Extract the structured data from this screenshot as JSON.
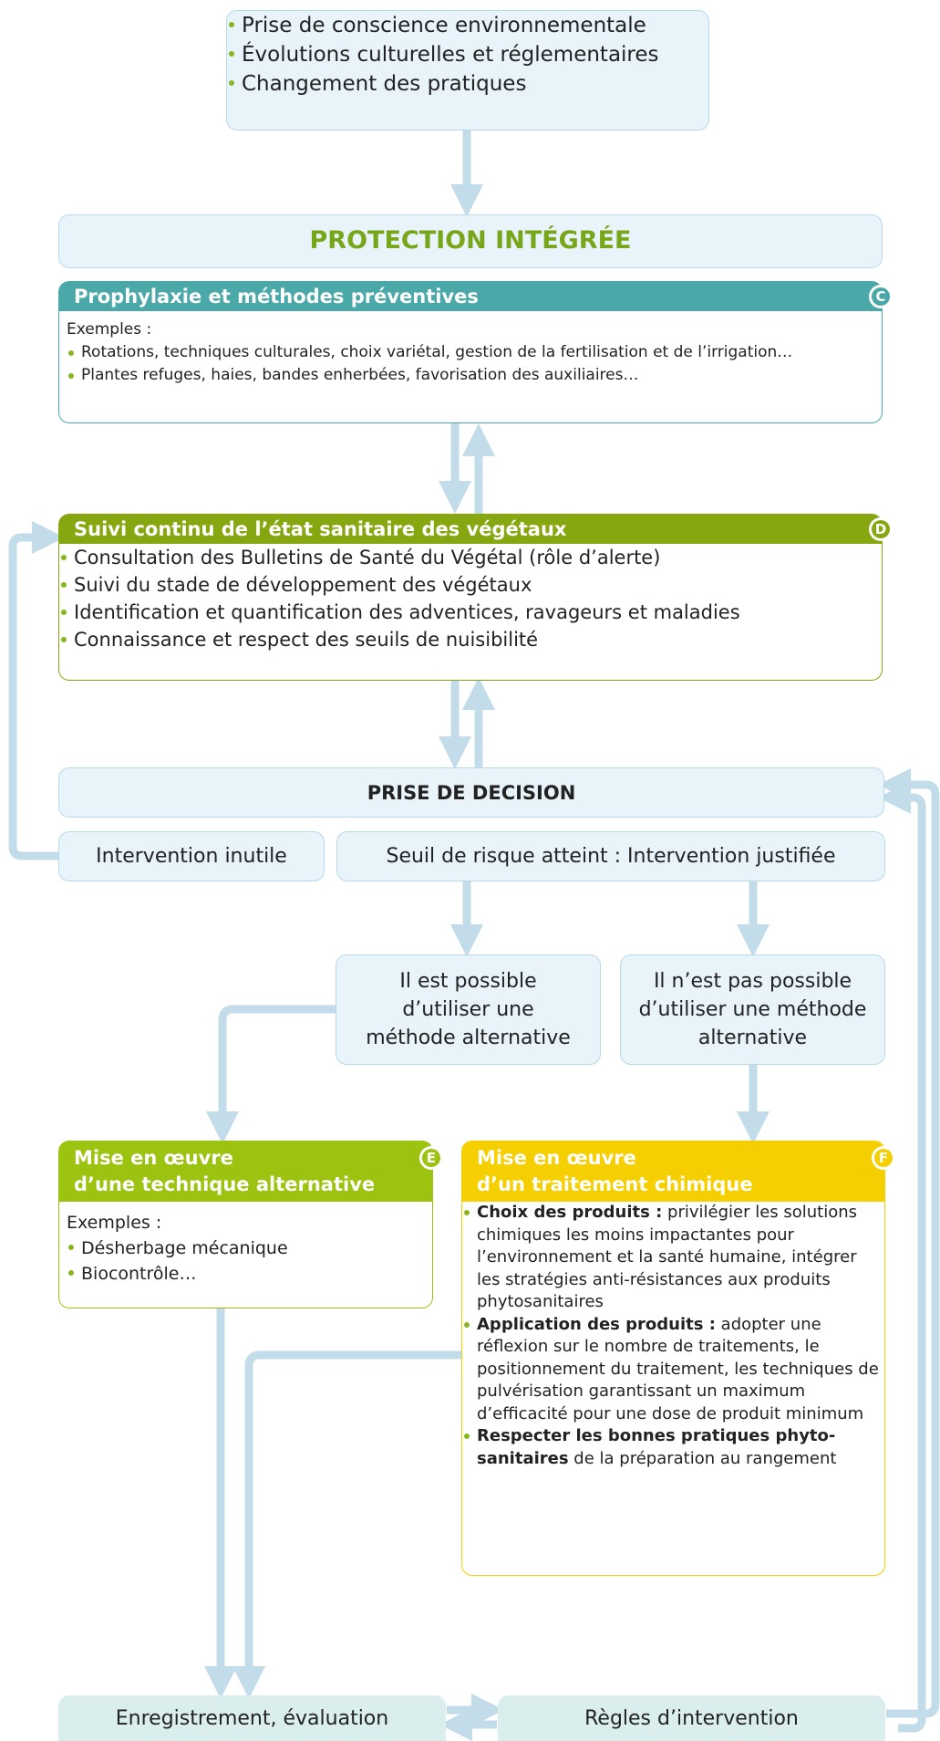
{
  "top_box": {
    "items": [
      "Prise de conscience environnementale",
      "Évolutions culturelles et réglementaires",
      "Changement des pratiques"
    ]
  },
  "protection": {
    "title": "PROTECTION INTÉGRÉE"
  },
  "section_c": {
    "title": "Prophylaxie et méthodes préventives",
    "badge": "C",
    "color": "#4aa8a8",
    "intro": "Exemples :",
    "items": [
      "Rotations, techniques culturales, choix variétal, gestion de la fertilisation et de l’irrigation…",
      "Plantes refuges, haies, bandes enherbées, favorisation des auxiliaires…"
    ]
  },
  "section_d": {
    "title": "Suivi continu de l’état sanitaire des végétaux",
    "badge": "D",
    "color": "#86a70f",
    "items": [
      "Consultation des Bulletins de Santé du Végétal (rôle d’alerte)",
      "Suivi du stade de développement des végétaux",
      "Identification et quantification des adventices, ravageurs et maladies",
      "Connaissance et respect des seuils de nuisibilité"
    ]
  },
  "decision": {
    "title": "PRISE DE DECISION",
    "useless": "Intervention inutile",
    "justified": "Seuil de risque atteint : Intervention justifiée"
  },
  "possible": {
    "text": "Il est possible d’utiliser une méthode alternative"
  },
  "not_possible": {
    "text": "Il n’est pas possible d’utiliser une méthode alternative"
  },
  "section_e": {
    "title_line1": "Mise en œuvre",
    "title_line2": "d’une technique alternative",
    "badge": "E",
    "color": "#9cc30f",
    "intro": "Exemples :",
    "items": [
      "Désherbage mécanique",
      "Biocontrôle…"
    ]
  },
  "section_f": {
    "title_line1": "Mise en œuvre",
    "title_line2": "d’un traitement chimique",
    "badge": "F",
    "color": "#f6cf00",
    "items": [
      {
        "bold": "Choix des produits :",
        "text": " privilégier les solutions chimiques les moins impactantes pour l’environnement et la santé humaine, intégrer les stratégies anti-résistances aux produits phytosanitaires"
      },
      {
        "bold": "Application des produits :",
        "text": " adopter une réflexion sur le nombre de traitements, le positionnement du traitement, les techniques de pulvérisation garantissant un maximum d’efficacité pour une dose de produit minimum"
      },
      {
        "bold": "Respecter les bonnes pratiques phyto-sanitaires",
        "text": " de la préparation au rangement"
      }
    ]
  },
  "bottom": {
    "left": "Enregistrement, évaluation",
    "right": "Règles d’intervention"
  },
  "colors": {
    "arrow": "#c3dcea",
    "box_fill": "#e8f3fa",
    "box_border": "#b9d9eb",
    "title_green": "#78a619"
  }
}
